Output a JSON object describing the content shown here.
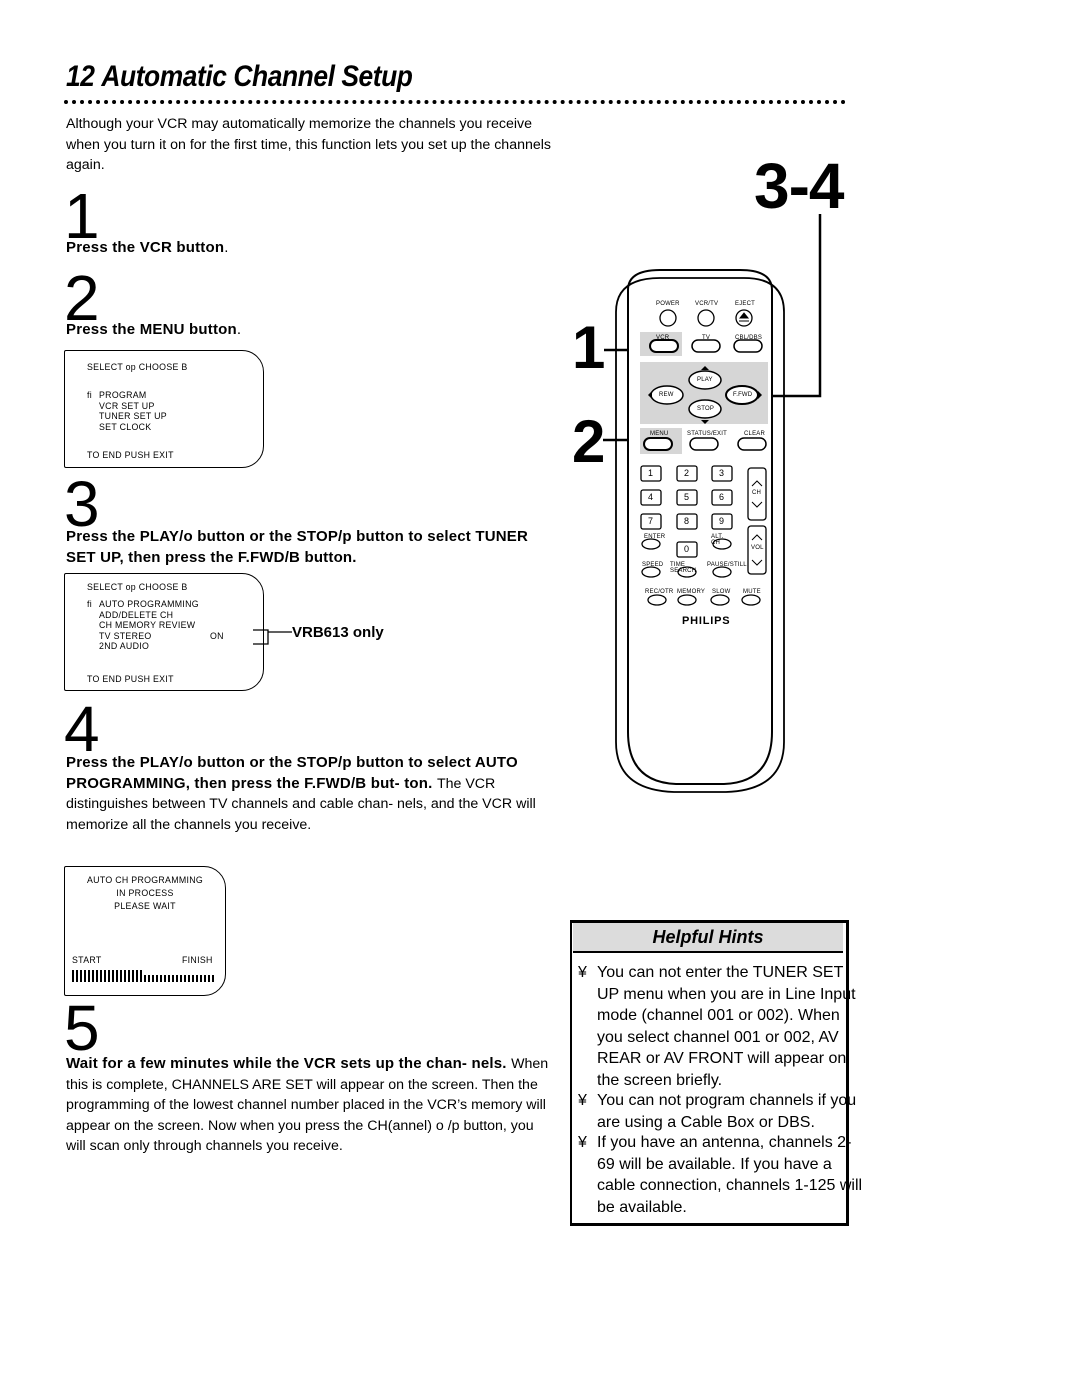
{
  "page": {
    "number": "12",
    "title": "Automatic Channel Setup",
    "intro": "Although your VCR may automatically memorize the channels you receive when you turn it on for the first time, this function lets you set up the channels again."
  },
  "steps": [
    {
      "num": "1",
      "instruction": "Press the VCR button",
      "instruction_suffix": "."
    },
    {
      "num": "2",
      "instruction": "Press the MENU button",
      "instruction_suffix": "."
    },
    {
      "num": "3",
      "instruction": "Press the PLAY/o  button or the STOP/p  button to select TUNER SET UP, then press the F.FWD/B  button."
    },
    {
      "num": "4",
      "instruction": "Press the PLAY/o  button or the STOP/p  button to select AUTO PROGRAMMING, then press the F.FWD/B  but- ton.",
      "text": "The VCR distinguishes between TV channels and cable chan- nels, and the VCR will memorize all the channels you receive."
    },
    {
      "num": "5",
      "instruction": "Wait for a few minutes while the VCR sets up the chan- nels.",
      "text": "When this is complete, CHANNELS ARE SET will appear on the screen. Then the programming of the lowest channel number placed in the VCR’s memory will appear on the screen. Now when you press the CH(annel) o /p  button, you will scan only through channels you receive."
    }
  ],
  "osd_menu": {
    "header": "SELECT op   CHOOSE B",
    "cursor": "fi",
    "items": [
      "PROGRAM",
      "VCR SET UP",
      "TUNER SET UP",
      "SET CLOCK"
    ],
    "footer": "TO END PUSH EXIT"
  },
  "osd_tuner": {
    "header": "SELECT op   CHOOSE B",
    "cursor": "fi",
    "items": [
      "AUTO PROGRAMMING",
      "ADD/DELETE CH",
      "CH MEMORY REVIEW",
      "TV STEREO",
      "2ND AUDIO"
    ],
    "tv_stereo_value": "ON",
    "footer": "TO END PUSH EXIT",
    "note": "VRB613 only"
  },
  "osd_progress": {
    "line1": "AUTO CH PROGRAMMING",
    "line2": "IN PROCESS",
    "line3": "PLEASE WAIT",
    "start": "START",
    "finish": "FINISH",
    "progress": 0.5
  },
  "remote": {
    "callouts": {
      "top": "3-4",
      "left1": "1",
      "left2": "2"
    },
    "top_labels": [
      "POWER",
      "VCR/TV",
      "EJECT"
    ],
    "row2_labels": [
      "VCR",
      "TV",
      "CBL/DBS"
    ],
    "play": "PLAY",
    "rew": "REW",
    "ffwd": "F.FWD",
    "stop": "STOP",
    "row3_labels": [
      "MENU",
      "STATUS/EXIT",
      "CLEAR"
    ],
    "digits": [
      "1",
      "2",
      "3",
      "4",
      "5",
      "6",
      "7",
      "8",
      "9",
      "0"
    ],
    "ch": "CH",
    "vol": "VOL",
    "enter": "ENTER",
    "alt_ch": "ALT. CH",
    "row_speed": [
      "SPEED",
      "TIME SEARCH",
      "PAUSE/STILL"
    ],
    "row_rec": [
      "REC/OTR",
      "MEMORY",
      "SLOW",
      "MUTE"
    ],
    "brand": "PHILIPS"
  },
  "hints": {
    "title": "Helpful Hints",
    "bullet": "¥",
    "items": [
      "You can not enter the TUNER SET UP menu when you are in Line Input mode (channel 001 or 002). When you select channel 001 or 002, AV REAR or AV FRONT will appear on the screen briefly.",
      "You can not program channels if you are using a Cable Box or DBS.",
      "If you have an antenna, channels 2-69 will be available. If you have a cable connection, channels 1-125 will be available."
    ]
  }
}
